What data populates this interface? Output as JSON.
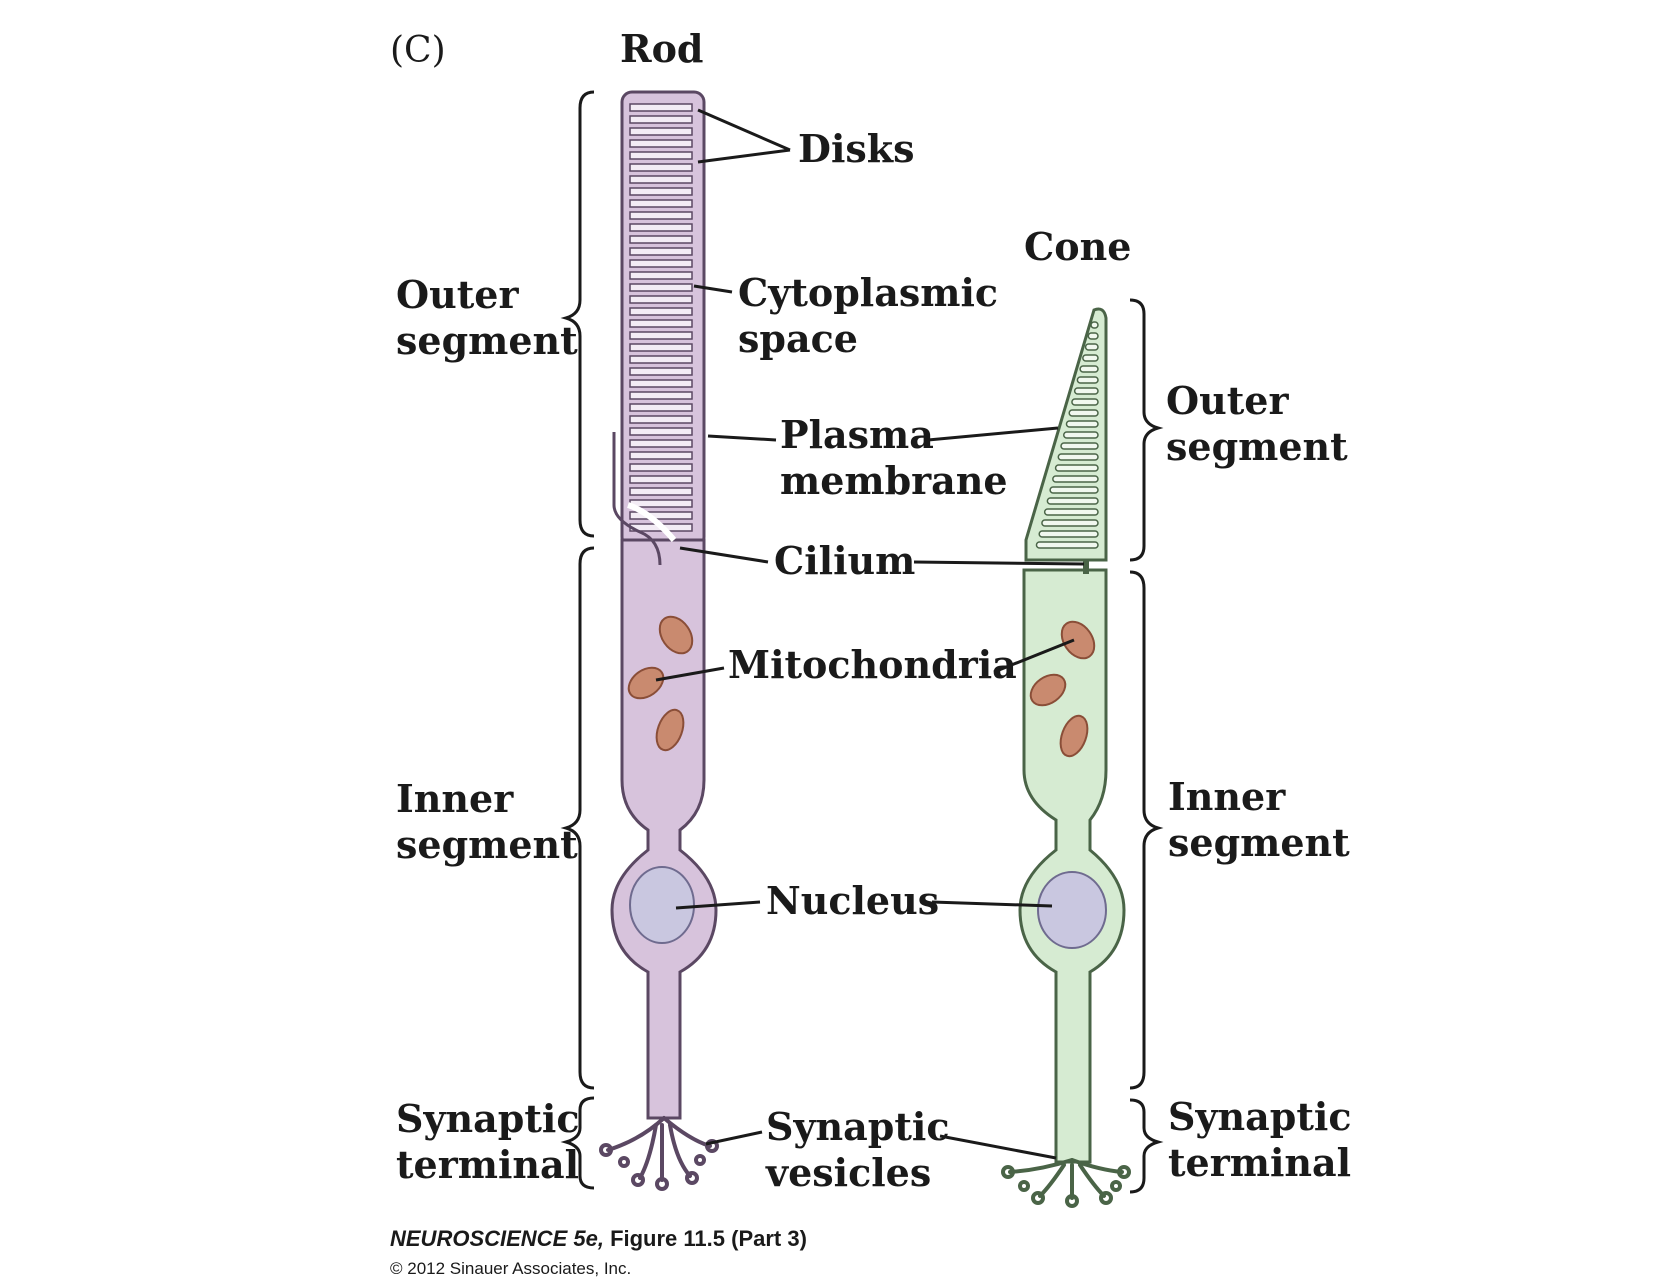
{
  "panel_label": "(C)",
  "rod": {
    "title": "Rod",
    "color": "#d7c3dc",
    "outline_color": "#5b4863",
    "left_labels": {
      "outer_segment": [
        "Outer",
        "segment"
      ],
      "inner_segment": [
        "Inner",
        "segment"
      ],
      "synaptic_terminal": [
        "Synaptic",
        "terminal"
      ]
    }
  },
  "cone": {
    "title": "Cone",
    "color": "#d6ebd2",
    "outline_color": "#4a6447",
    "right_labels": {
      "outer_segment": [
        "Outer",
        "segment"
      ],
      "inner_segment": [
        "Inner",
        "segment"
      ],
      "synaptic_terminal": [
        "Synaptic",
        "terminal"
      ]
    }
  },
  "structure_labels": {
    "disks": "Disks",
    "cytoplasmic_space": [
      "Cytoplasmic",
      "space"
    ],
    "plasma_membrane": [
      "Plasma",
      "membrane"
    ],
    "cilium": "Cilium",
    "mitochondria": "Mitochondria",
    "nucleus": "Nucleus",
    "synaptic_vesicles": [
      "Synaptic",
      "vesicles"
    ]
  },
  "colors": {
    "mitochondria": "#c98a6f",
    "nucleus": "#c9c7e0"
  },
  "caption": {
    "book": "NEUROSCIENCE 5e,",
    "figure": " Figure 11.5 (Part 3)",
    "copyright": "© 2012 Sinauer Associates, Inc."
  }
}
